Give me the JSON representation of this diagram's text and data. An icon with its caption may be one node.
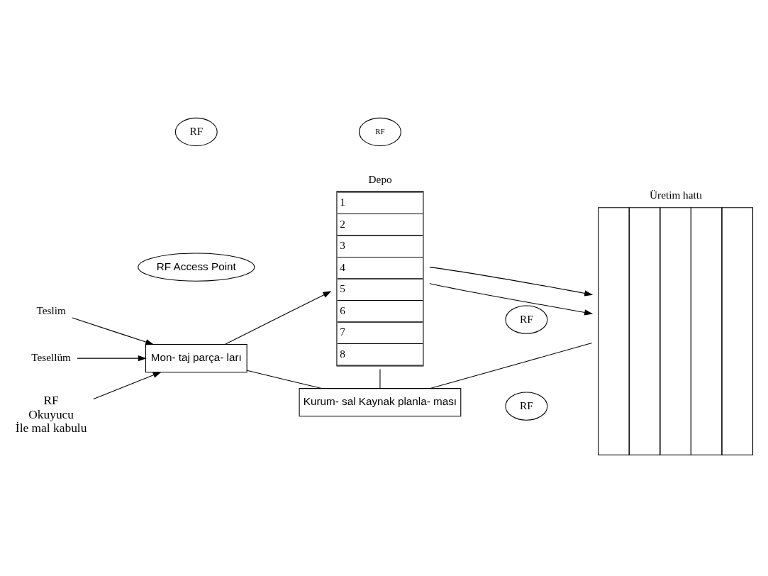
{
  "diagram": {
    "nodes": [
      {
        "text": [
          "Teslim"
        ]
      },
      {
        "text": [
          "Tesellüm"
        ]
      },
      {
        "text": [
          "Mon- taj parça- ları"
        ]
      },
      {
        "text": [
          "RF Access Point"
        ]
      },
      {
        "text": [
          "Depo",
          "1",
          "2",
          "3",
          "4",
          "5",
          "6",
          "7",
          "8"
        ]
      },
      {
        "text": [
          "Üretim hattı"
        ]
      },
      {
        "text": [
          "RF"
        ]
      },
      {
        "text": [
          "RF"
        ]
      },
      {
        "text": [
          "RF"
        ]
      },
      {
        "text": [
          "RF"
        ]
      },
      {
        "text": [
          "Kurum- sal Kaynak planla- ması"
        ]
      },
      {
        "text": [
          "RF",
          "Okuyucu",
          "İle mal kabulu"
        ]
      }
    ],
    "edges": [
      {
        "from": 0,
        "to": 2,
        "arrow": "to"
      },
      {
        "from": 1,
        "to": 2,
        "arrow": "to"
      },
      {
        "from": 11,
        "to": 2,
        "arrow": "to"
      },
      {
        "from": 2,
        "to": 4,
        "arrow": "to"
      },
      {
        "from": 4,
        "to": 5,
        "arrow": "to"
      },
      {
        "from": 4,
        "to": 5,
        "arrow": "to"
      },
      {
        "from": 2,
        "to": 10,
        "arrow": "none"
      },
      {
        "from": 4,
        "to": 10,
        "arrow": "none"
      },
      {
        "from": 10,
        "to": 5,
        "arrow": "none"
      }
    ]
  }
}
